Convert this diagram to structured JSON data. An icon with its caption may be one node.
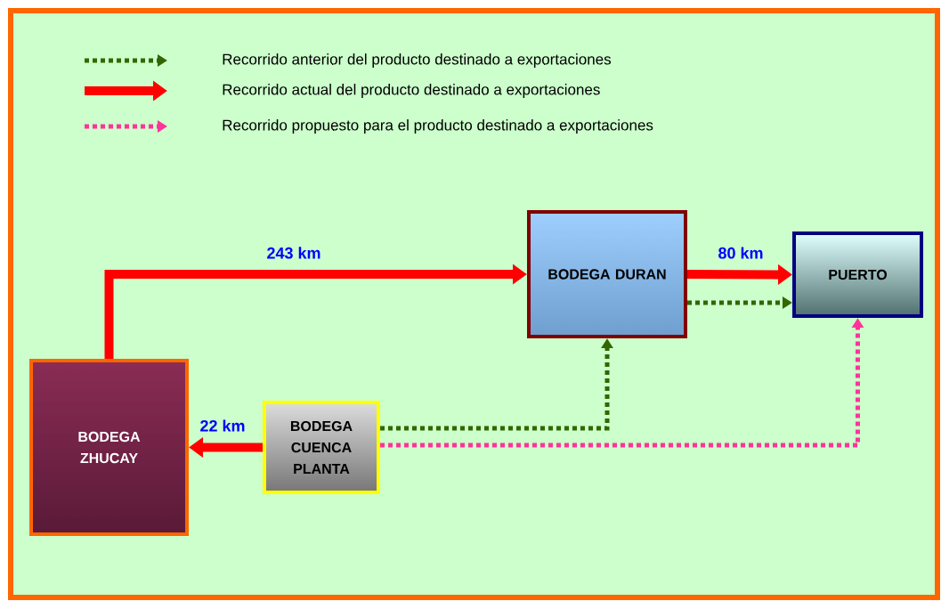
{
  "diagram": {
    "nodes": [
      {
        "text": [
          "BODEGA ZHUCAY"
        ]
      },
      {
        "text": [
          "BODEGA CUENCA PLANTA"
        ]
      },
      {
        "text": [
          "BODEGA DURAN"
        ]
      },
      {
        "text": [
          "PUERTO"
        ]
      }
    ],
    "edges": [
      {
        "from": 0,
        "to": 2,
        "arrow": "to",
        "label": "243 km",
        "style": "thick",
        "color": "#ff0000"
      },
      {
        "from": 2,
        "to": 3,
        "arrow": "to",
        "label": "80 km",
        "style": "thick",
        "color": "#ff0000"
      },
      {
        "from": 2,
        "to": 3,
        "arrow": "to",
        "style": "dashed",
        "color": "#336600"
      },
      {
        "from": 1,
        "to": 0,
        "arrow": "to",
        "label": "22 km",
        "style": "thick",
        "color": "#ff0000"
      },
      {
        "from": 1,
        "to": 2,
        "arrow": "to",
        "style": "dashed",
        "color": "#336600"
      },
      {
        "from": 1,
        "to": 3,
        "arrow": "to",
        "style": "dashed",
        "color": "#ff3399"
      }
    ],
    "legend": [
      {
        "text": "Recorrido anterior del producto destinado a exportaciones"
      },
      {
        "text": "Recorrido actual del producto destinado a exportaciones"
      },
      {
        "text": "Recorrido propuesto para el producto destinado a exportaciones"
      }
    ]
  }
}
